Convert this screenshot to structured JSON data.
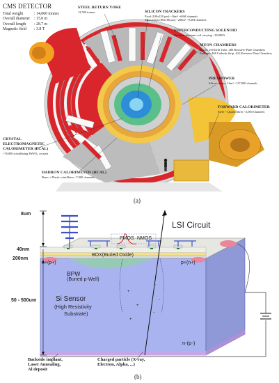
{
  "panel_a": {
    "specs_title": "CMS DETECTOR",
    "specs": [
      {
        "key": "Total weight",
        "value": ": 14,000 tonnes"
      },
      {
        "key": "Overall diameter",
        "value": ": 15.0 m"
      },
      {
        "key": "Overall length",
        "value": ": 28.7 m"
      },
      {
        "key": "Magnetic field",
        "value": ": 3.8 T"
      }
    ],
    "labels": {
      "yoke_title": "STEEL RETURN YOKE",
      "yoke_sub": "12,500 tonnes",
      "tracker_title": "SILICON TRACKERS",
      "tracker_sub1": "Pixel (100x150 μm) ~16m² ~66M channels",
      "tracker_sub2": "Microstrips (80x180 μm) ~200m² ~9.6M channels",
      "solenoid_title": "SUPERCONDUCTING SOLENOID",
      "solenoid_sub": "Niobium titanium coil carrying ~18,000A",
      "muon_title": "MUON CHAMBERS",
      "muon_sub1": "Barrel: 250 Drift Tube, 480 Resistive Plate Chambers",
      "muon_sub2": "Endcaps: 468 Cathode Strip, 432 Resistive Plate Chambers",
      "preshower_title": "PRESHOWER",
      "preshower_sub": "Silicon strips ~16m² ~137,000 channels",
      "forward_title": "FORWARD CALORIMETER",
      "forward_sub": "Steel + Quartz fibres ~2,000 Channels",
      "ecal_title1": "CRYSTAL",
      "ecal_title2": "ELECTROMAGNETIC",
      "ecal_title3": "CALORIMETER (ECAL)",
      "ecal_sub": "~76,000 scintillating PbWO₄ crystals",
      "hcal_title": "HADRON CALORIMETER (HCAL)",
      "hcal_sub": "Brass + Plastic scintillator ~7,000 channels"
    },
    "caption": "(a)"
  },
  "panel_b": {
    "dims": {
      "d8": "8um",
      "d40": "40nm",
      "d200": "200nm",
      "d50": "50 - 500um"
    },
    "labels": {
      "lsi": "LSI Circuit",
      "pmos": "PMOS",
      "nmos": "NMOS",
      "box": "BOX(Buried Oxide)",
      "np_left": "n+(p+)",
      "pn_right": "p+(n+)",
      "bpw1": "BPW",
      "bpw2": "(Buried p-Well)",
      "sensor1": "Si Sensor",
      "sensor2": "(High Resistivity",
      "sensor3": "Substrate)",
      "np_bottom": "n-(p-)",
      "backside1": "Backside implant,",
      "backside2": "Laser Annealing,",
      "backside3": "Al deposit",
      "particle1": "Charged particle (X-ray,",
      "particle2": "Electron, Alpha, ...)"
    },
    "caption": "(b)"
  },
  "colors": {
    "red": "#d8262c",
    "yoke": "#c8c8c8",
    "sensor": "#a9b3f0",
    "lsi": "#e7e7e2"
  }
}
